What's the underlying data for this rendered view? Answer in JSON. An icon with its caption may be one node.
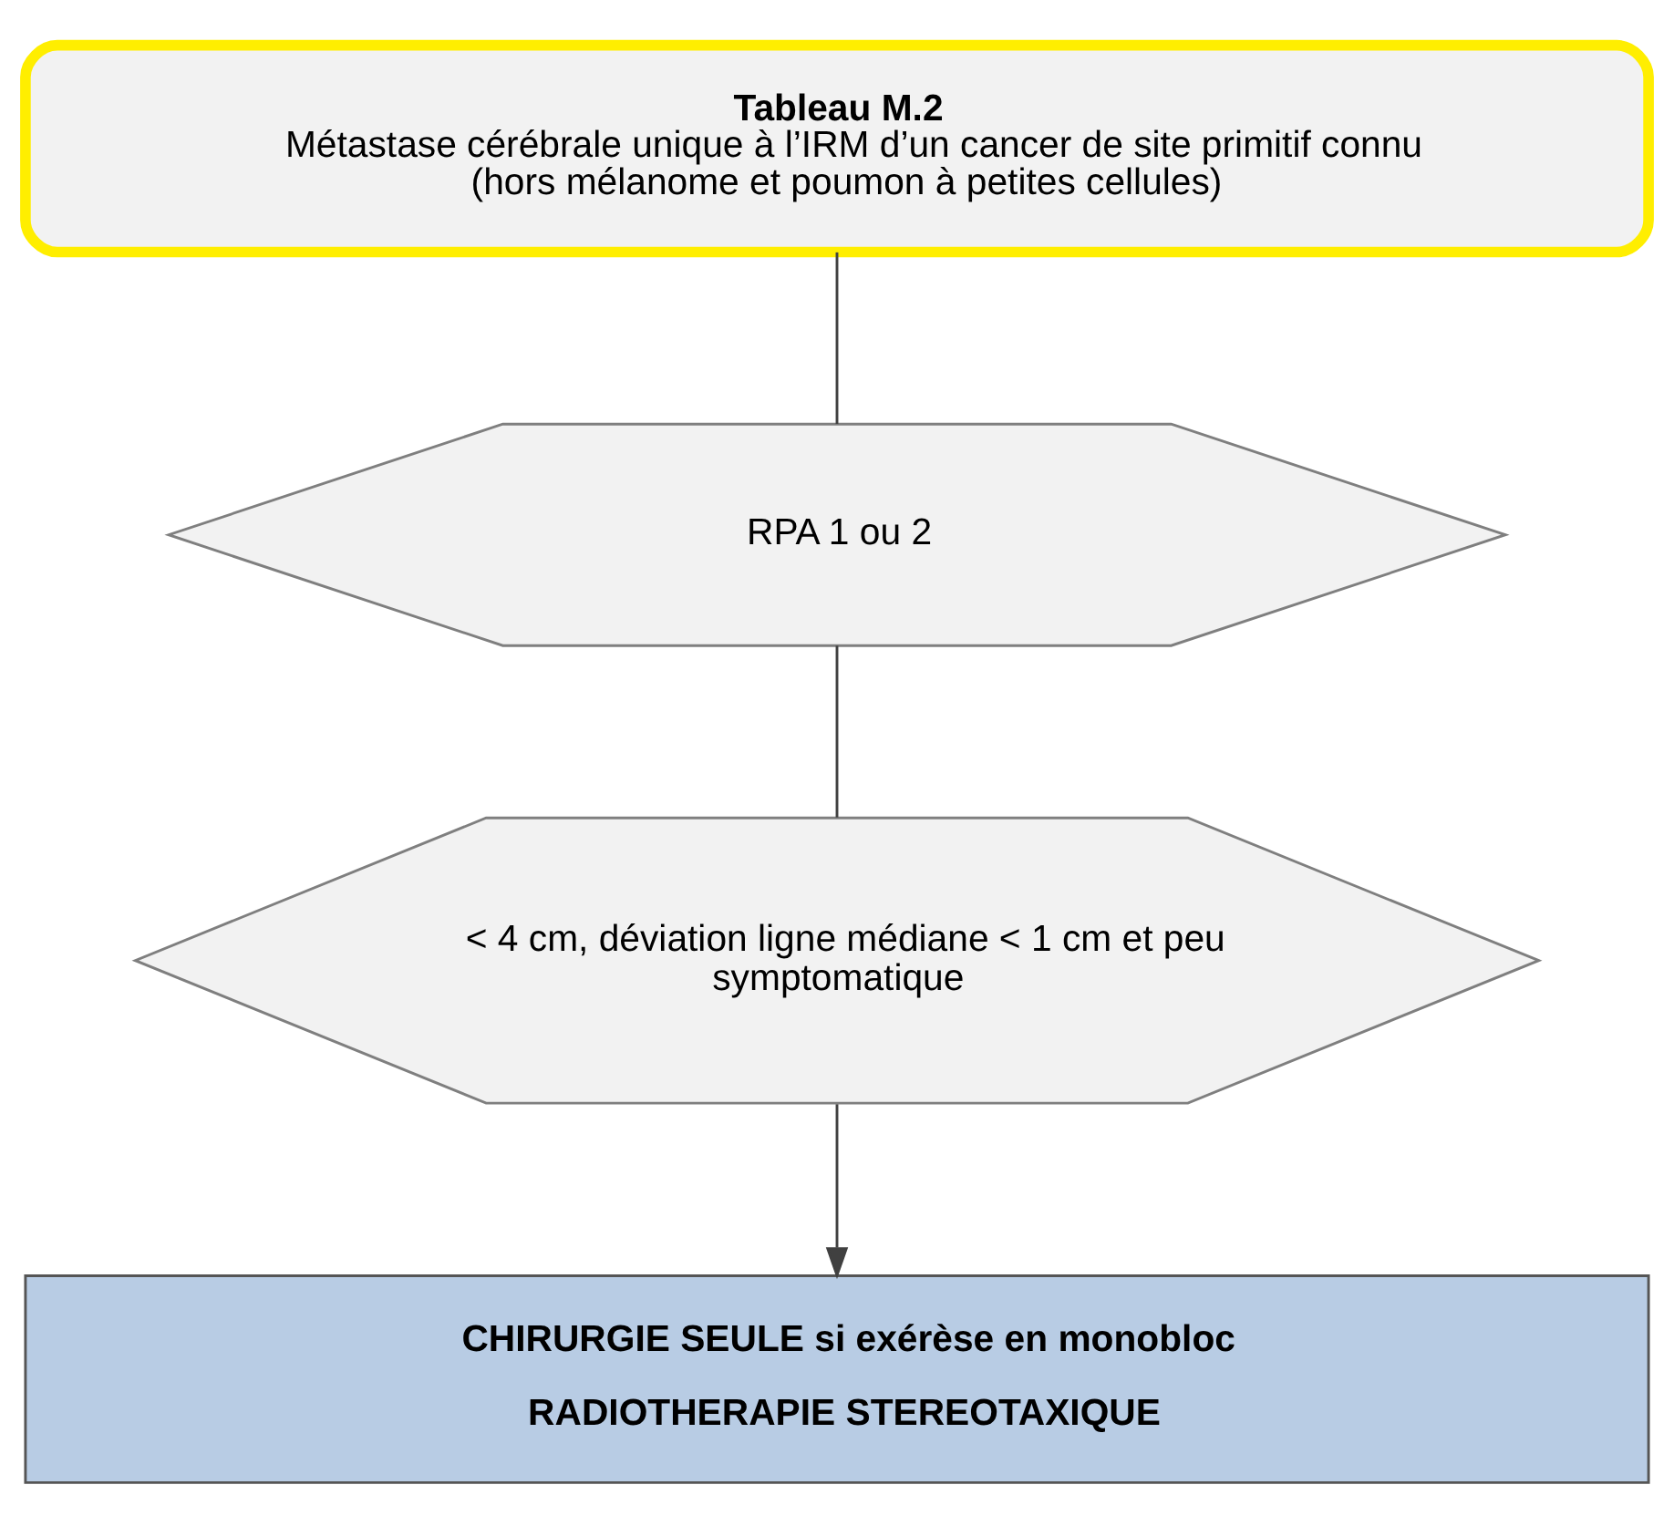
{
  "diagram": {
    "nodes": [
      {
        "text": [
          "Tableau M.2",
          "Métastase cérébrale unique à l’IRM d’un cancer de site primitif connu (hors mélanome et poumon à petites cellules)"
        ]
      },
      {
        "text": [
          "RPA 1 ou 2"
        ]
      },
      {
        "text": [
          "< 4 cm, déviation ligne médiane < 1 cm et peu symptomatique"
        ]
      },
      {
        "text": [
          "CHIRURGIE SEULE si exérèse en monobloc",
          "RADIOTHERAPIE STEREOTAXIQUE"
        ]
      }
    ],
    "edges": [
      {
        "from": 0,
        "to": 1,
        "arrow": "none"
      },
      {
        "from": 1,
        "to": 2,
        "arrow": "none"
      },
      {
        "from": 2,
        "to": 3,
        "arrow": "to"
      }
    ]
  }
}
